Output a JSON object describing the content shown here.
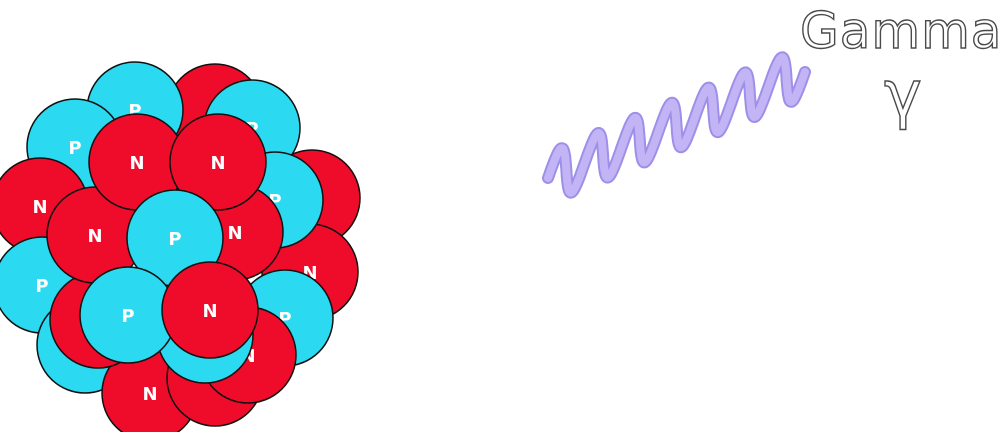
{
  "labels": {
    "gamma_word": "Gamma",
    "gamma_symbol": "γ"
  },
  "nucleus": {
    "proton_label": "P",
    "neutron_label": "N",
    "colors": {
      "proton": "#2bd9f0",
      "neutron": "#ee0c2a",
      "outline": "#111111"
    }
  },
  "gamma_ray": {
    "colors": {
      "wave": "#c3b4f5",
      "wave_shadow": "#9e8fe8"
    }
  }
}
